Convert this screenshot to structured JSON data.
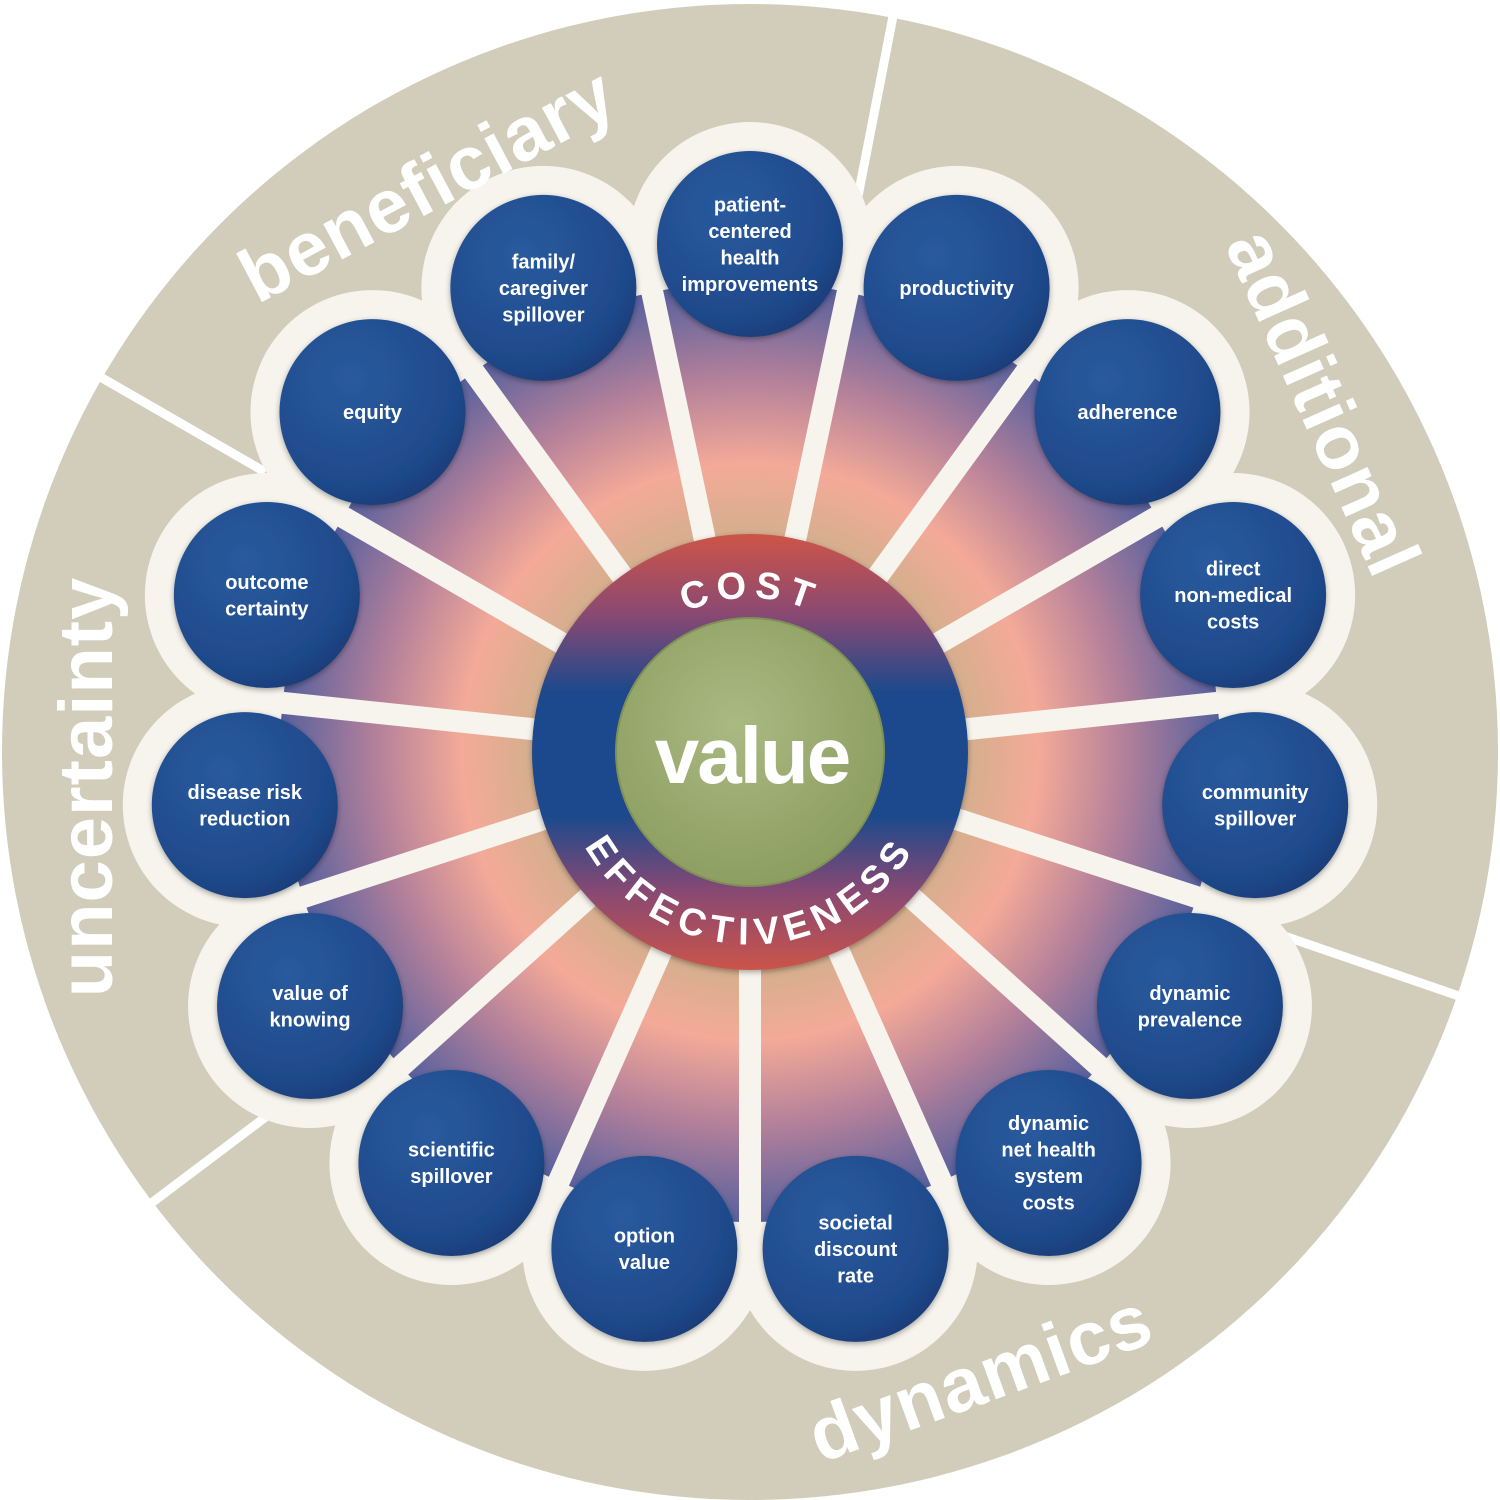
{
  "colors": {
    "outer_ring": "#d2cdba",
    "petal_outline": "#f6f4ec",
    "petal_fill": "#1f4a8c",
    "petal_fill_dark": "#17386e",
    "glow": "#f4aa98",
    "ring_red": "#cc5448",
    "ring_blue": "#1b4a8d",
    "center_green": "#97a86c"
  },
  "sectors": [
    {
      "label": "beneficiary",
      "side": "top-left"
    },
    {
      "label": "additional",
      "side": "right"
    },
    {
      "label": "dynamics",
      "side": "bottom"
    },
    {
      "label": "uncertainty",
      "side": "left"
    }
  ],
  "petals": [
    {
      "lines": [
        "patient-",
        "centered",
        "health",
        "improvements"
      ]
    },
    {
      "lines": [
        "productivity"
      ]
    },
    {
      "lines": [
        "adherence"
      ]
    },
    {
      "lines": [
        "direct",
        "non-medical",
        "costs"
      ]
    },
    {
      "lines": [
        "community",
        "spillover"
      ]
    },
    {
      "lines": [
        "dynamic",
        "prevalence"
      ]
    },
    {
      "lines": [
        "dynamic",
        "net health",
        "system",
        "costs"
      ]
    },
    {
      "lines": [
        "societal",
        "discount",
        "rate"
      ]
    },
    {
      "lines": [
        "option",
        "value"
      ]
    },
    {
      "lines": [
        "scientific",
        "spillover"
      ]
    },
    {
      "lines": [
        "value of",
        "knowing"
      ]
    },
    {
      "lines": [
        "disease risk",
        "reduction"
      ]
    },
    {
      "lines": [
        "outcome",
        "certainty"
      ]
    },
    {
      "lines": [
        "equity"
      ]
    },
    {
      "lines": [
        "family/",
        "caregiver",
        "spillover"
      ]
    }
  ],
  "ring": {
    "top": "COST",
    "bottom": "EFFECTIVENESS"
  },
  "center": {
    "label": "value"
  }
}
